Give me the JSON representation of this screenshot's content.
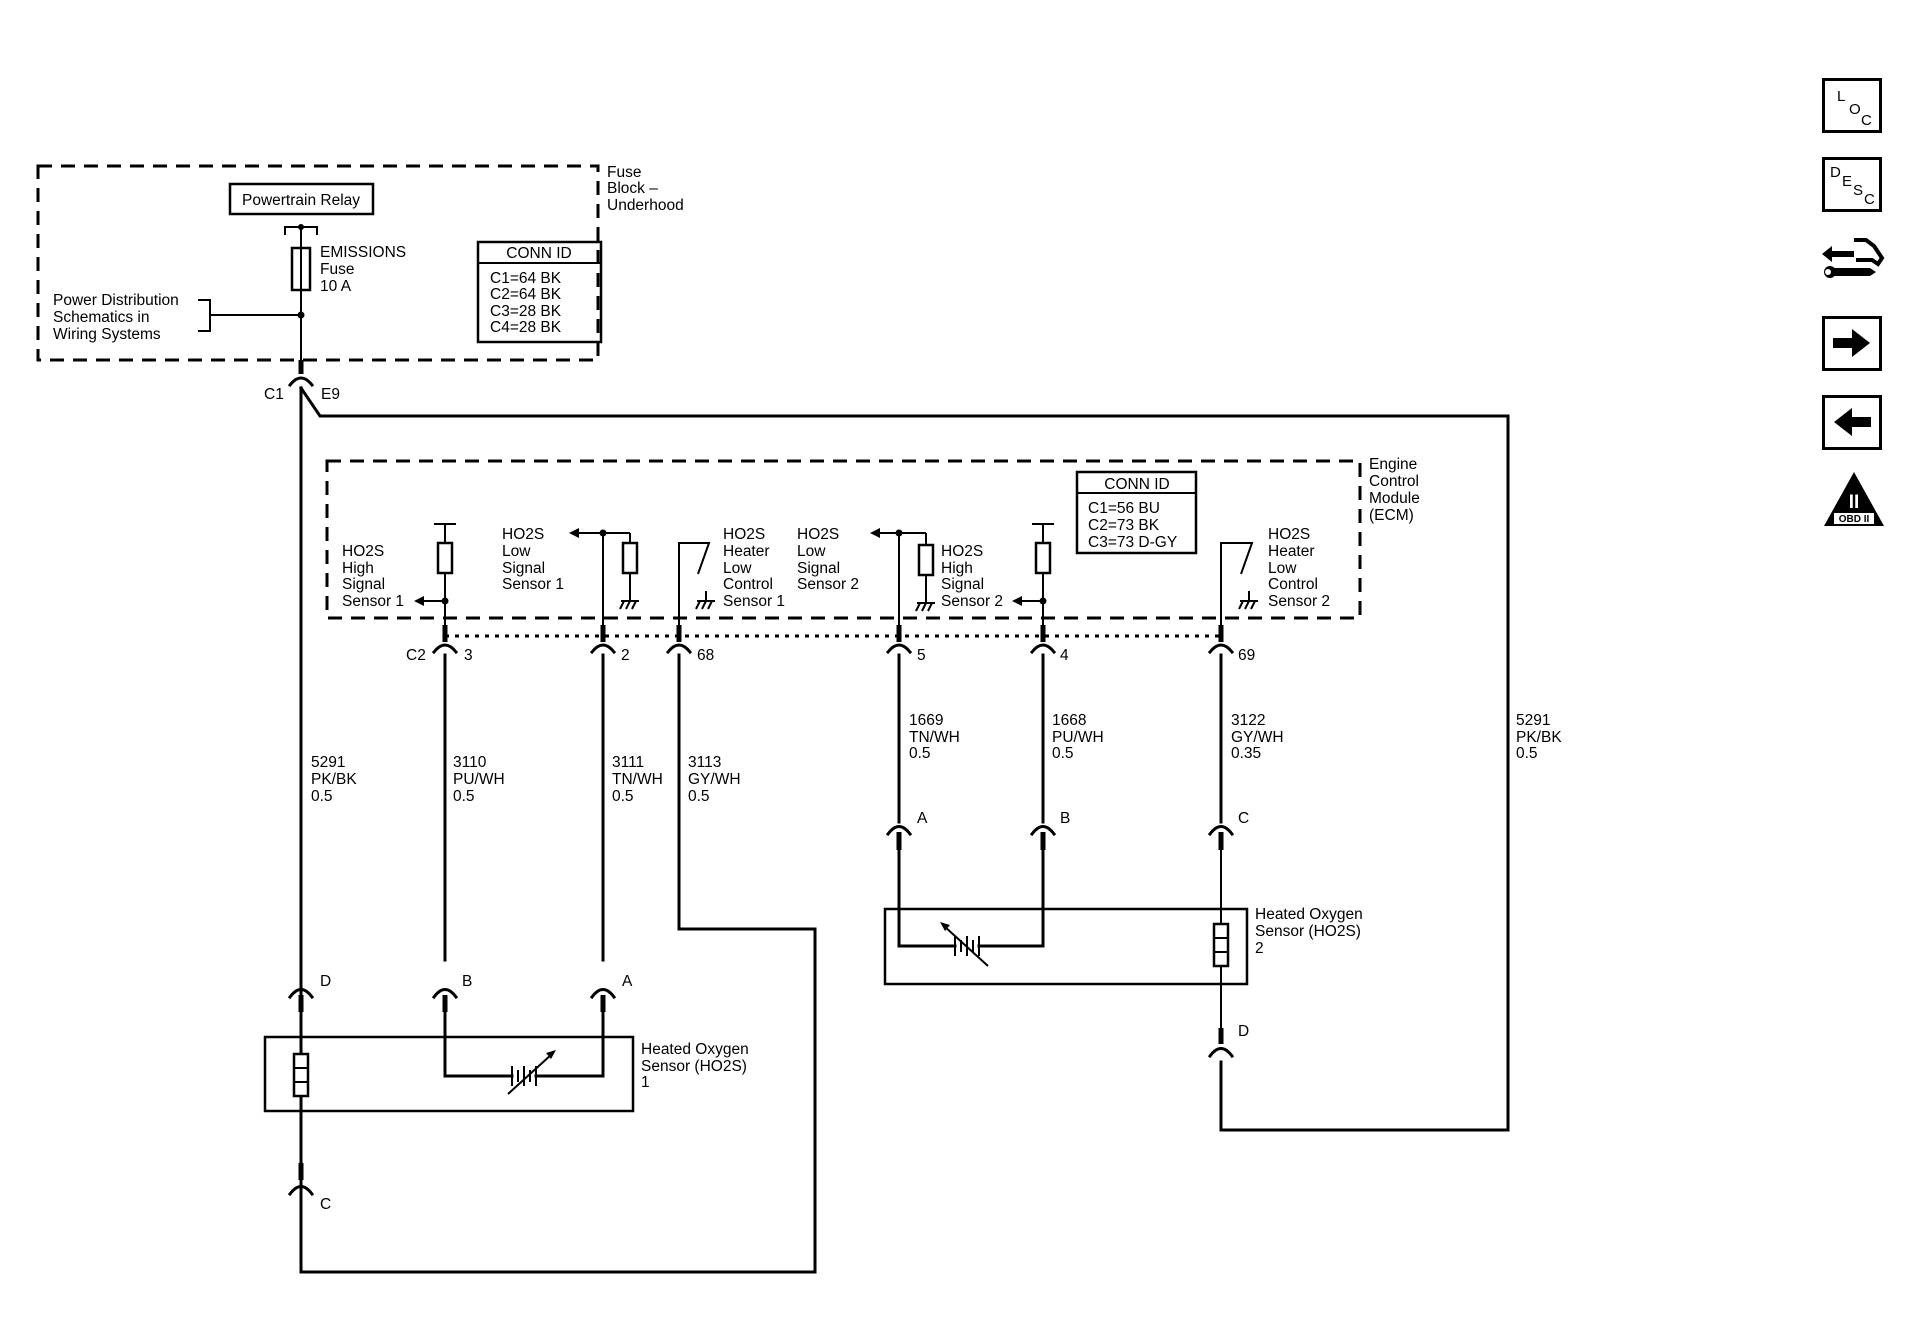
{
  "fuse_block": {
    "title": [
      "Fuse",
      "Block –",
      "Underhood"
    ],
    "relay": "Powertrain Relay",
    "fuse": [
      "EMISSIONS",
      "Fuse",
      "10 A"
    ],
    "power_ref": [
      "Power Distribution",
      "Schematics in",
      "Wiring Systems"
    ],
    "conn_id": {
      "header": "CONN ID",
      "rows": [
        "C1=64 BK",
        "C2=64 BK",
        "C3=28 BK",
        "C4=28 BK"
      ]
    },
    "connector": "C1",
    "pin": "E9"
  },
  "ecm": {
    "title": [
      "Engine",
      "Control",
      "Module",
      "(ECM)"
    ],
    "conn_id": {
      "header": "CONN ID",
      "rows": [
        "C1=56 BU",
        "C2=73 BK",
        "C3=73 D-GY"
      ]
    },
    "connector": "C2",
    "circuits": [
      {
        "label": [
          "HO2S",
          "High",
          "Signal",
          "Sensor 1"
        ],
        "pin": "3"
      },
      {
        "label": [
          "HO2S",
          "Low",
          "Signal",
          "Sensor 1"
        ],
        "pin": "2"
      },
      {
        "label": [
          "HO2S",
          "Heater",
          "Low",
          "Control",
          "Sensor 1"
        ],
        "pin": "68"
      },
      {
        "label": [
          "HO2S",
          "Low",
          "Signal",
          "Sensor 2"
        ],
        "pin": "5"
      },
      {
        "label": [
          "HO2S",
          "High",
          "Signal",
          "Sensor 2"
        ],
        "pin": "4"
      },
      {
        "label": [
          "HO2S",
          "Heater",
          "Low",
          "Control",
          "Sensor 2"
        ],
        "pin": "69"
      }
    ]
  },
  "wires": [
    {
      "circuit": "5291",
      "color": "PK/BK",
      "gauge": "0.5"
    },
    {
      "circuit": "3110",
      "color": "PU/WH",
      "gauge": "0.5"
    },
    {
      "circuit": "3111",
      "color": "TN/WH",
      "gauge": "0.5"
    },
    {
      "circuit": "3113",
      "color": "GY/WH",
      "gauge": "0.5"
    },
    {
      "circuit": "1669",
      "color": "TN/WH",
      "gauge": "0.5"
    },
    {
      "circuit": "1668",
      "color": "PU/WH",
      "gauge": "0.5"
    },
    {
      "circuit": "3122",
      "color": "GY/WH",
      "gauge": "0.35"
    },
    {
      "circuit": "5291",
      "color": "PK/BK",
      "gauge": "0.5"
    }
  ],
  "sensor1": {
    "label": [
      "Heated Oxygen",
      "Sensor (HO2S)",
      "1"
    ],
    "pins": [
      "D",
      "B",
      "A",
      "C"
    ]
  },
  "sensor2": {
    "label": [
      "Heated Oxygen",
      "Sensor (HO2S)",
      "2"
    ],
    "pins": [
      "A",
      "B",
      "C",
      "D"
    ]
  },
  "nav": {
    "loc": [
      "L",
      "O",
      "C"
    ],
    "desc": [
      "D",
      "E",
      "S",
      "C"
    ],
    "obd": {
      "numeral": "II",
      "text": "OBD II"
    },
    "icons": [
      "loc-icon",
      "desc-icon",
      "connector-end-view-icon",
      "next-arrow-icon",
      "previous-arrow-icon",
      "obd-ii-icon"
    ]
  }
}
